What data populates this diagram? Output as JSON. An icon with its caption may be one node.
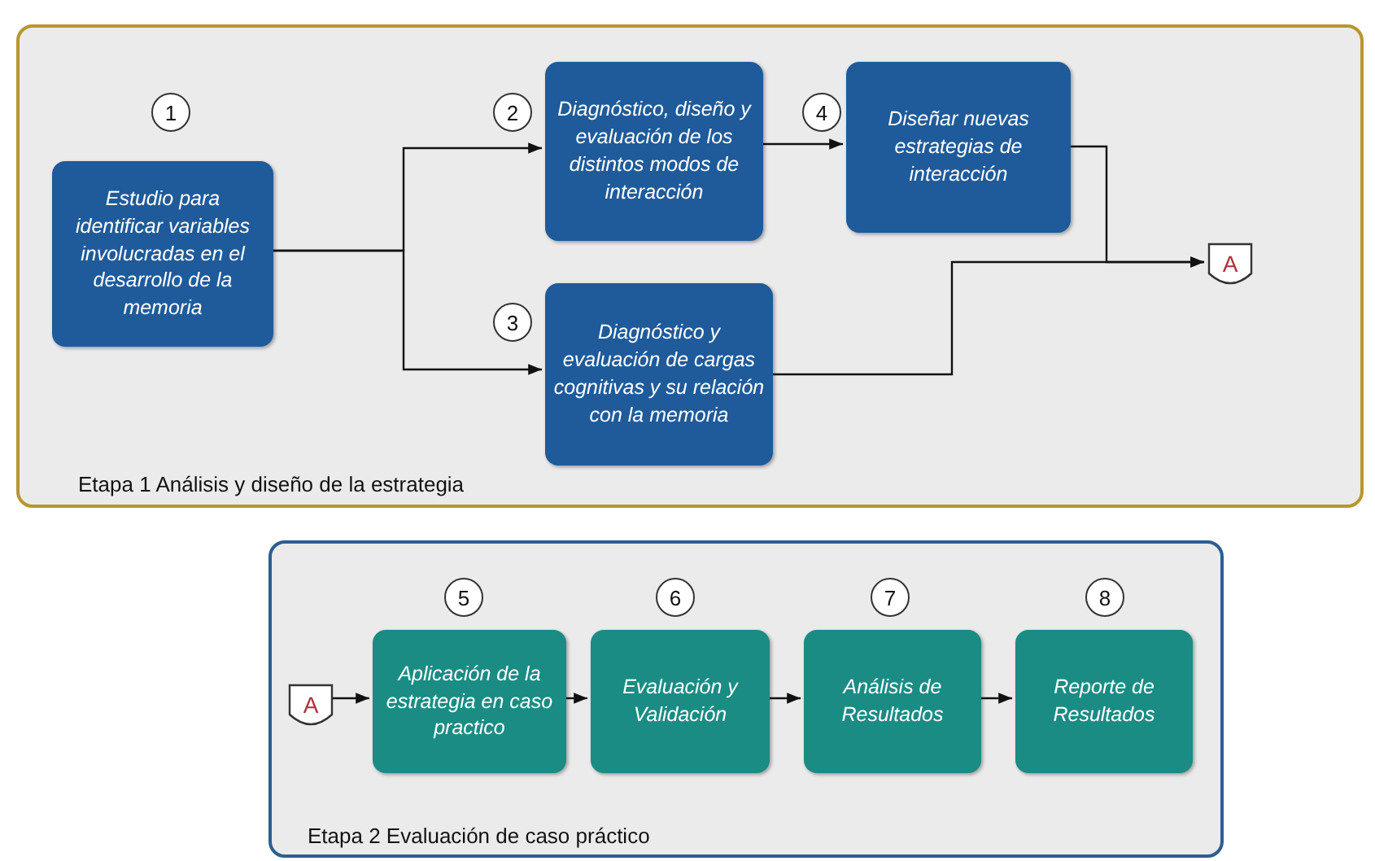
{
  "diagram": {
    "nodes": [
      {
        "text": [
          "Etapa 1 Análisis y diseño de la estrategia"
        ]
      },
      {
        "text": [
          "Estudio para identificar variables involucradas en el desarrollo de la memoria"
        ],
        "in": 0,
        "beside": [
          "1"
        ]
      },
      {
        "text": [
          "Diagnóstico, diseño y evaluación de los distintos modos de interacción"
        ],
        "in": 0,
        "beside": [
          "2"
        ]
      },
      {
        "text": [
          "Diagnóstico y evaluación de cargas cognitivas y su relación con la memoria"
        ],
        "in": 0,
        "beside": [
          "3"
        ]
      },
      {
        "text": [
          "Diseñar nuevas estrategias de interacción"
        ],
        "in": 0,
        "beside": [
          "4"
        ]
      },
      {
        "text": [
          "A"
        ],
        "in": 0
      },
      {
        "text": [
          "Etapa 2 Evaluación de caso práctico"
        ]
      },
      {
        "text": [
          "A"
        ],
        "in": 6
      },
      {
        "text": [
          "Aplicación de la estrategia en caso practico"
        ],
        "in": 6,
        "beside": [
          "5"
        ]
      },
      {
        "text": [
          "Evaluación y Validación"
        ],
        "in": 6,
        "beside": [
          "6"
        ]
      },
      {
        "text": [
          "Análisis de Resultados"
        ],
        "in": 6,
        "beside": [
          "7"
        ]
      },
      {
        "text": [
          "Reporte de Resultados"
        ],
        "in": 6,
        "beside": [
          "8"
        ]
      }
    ],
    "edges": [
      {
        "from": 1,
        "to": 2,
        "arrow": "to"
      },
      {
        "from": 1,
        "to": 3,
        "arrow": "to"
      },
      {
        "from": 2,
        "to": 4,
        "arrow": "to"
      },
      {
        "from": 4,
        "to": 5,
        "arrow": "to"
      },
      {
        "from": 3,
        "to": 5,
        "arrow": "to"
      },
      {
        "from": 7,
        "to": 8,
        "arrow": "to"
      },
      {
        "from": 8,
        "to": 9,
        "arrow": "to"
      },
      {
        "from": 9,
        "to": 10,
        "arrow": "to"
      },
      {
        "from": 10,
        "to": 11,
        "arrow": "to"
      }
    ]
  }
}
